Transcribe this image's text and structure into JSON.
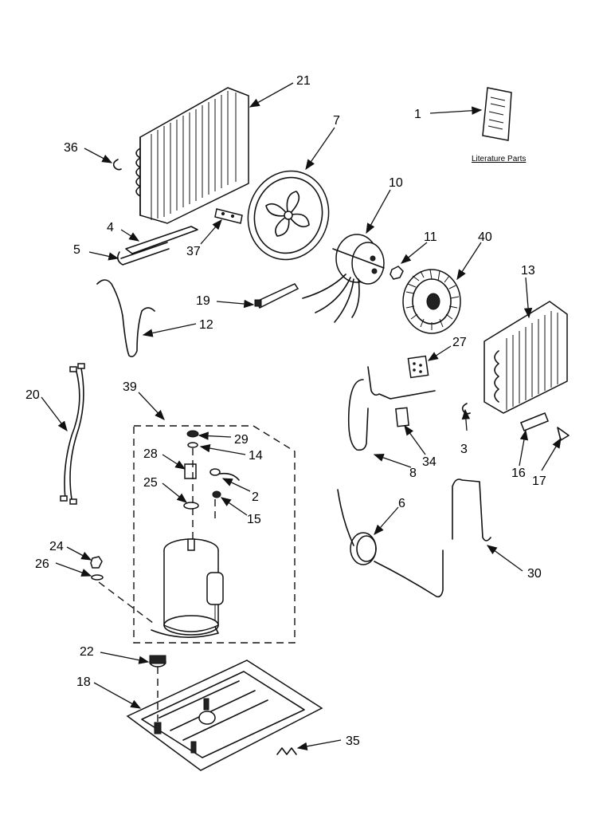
{
  "literature_label": "Literature Parts",
  "callouts": [
    "1",
    "21",
    "7",
    "36",
    "10",
    "4",
    "11",
    "40",
    "5",
    "37",
    "13",
    "19",
    "12",
    "27",
    "20",
    "39",
    "3",
    "29",
    "34",
    "28",
    "14",
    "8",
    "16",
    "17",
    "25",
    "2",
    "6",
    "15",
    "24",
    "26",
    "30",
    "22",
    "18",
    "35"
  ]
}
